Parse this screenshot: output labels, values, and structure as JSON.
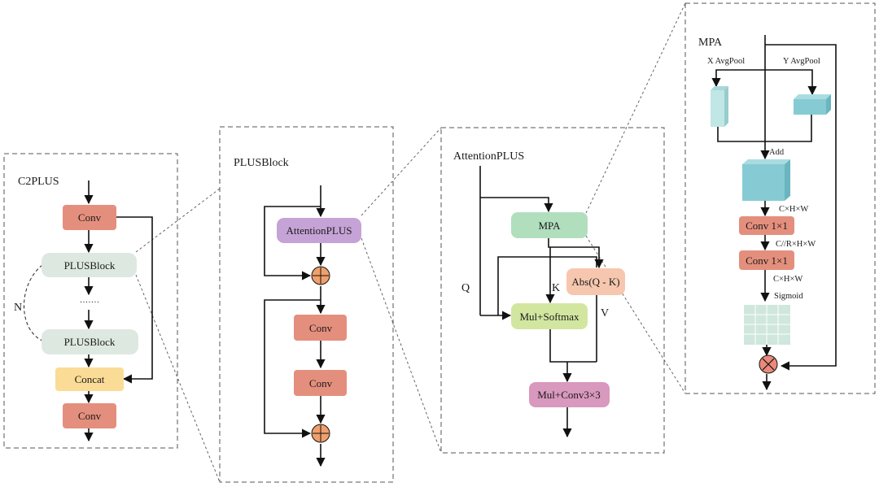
{
  "colors": {
    "conv": "#e48f7d",
    "plus_block": "#dde8e1",
    "concat": "#fadc96",
    "attention": "#c6a3d6",
    "mpa": "#b1dfbe",
    "abs": "#f6c7ae",
    "mulsoft": "#d2e6a0",
    "mulconv": "#d998bd",
    "add_node": "#f0a06c",
    "mul_node": "#ea8a7a",
    "cube": "#86cbd3",
    "cube_light": "#c1e6e6",
    "sigmoid_cube": "#cfe7dd"
  },
  "c2plus": {
    "title": "C2PLUS",
    "conv_top": "Conv",
    "block_top": "PLUSBlock",
    "dots": "·······",
    "block_bottom": "PLUSBlock",
    "repeat_label": "N",
    "concat": "Concat",
    "conv_bottom": "Conv"
  },
  "plusblock": {
    "title": "PLUSBlock",
    "attention": "AttentionPLUS",
    "add_node_1": "add-node",
    "conv_1": "Conv",
    "conv_2": "Conv",
    "add_node_2": "add-node"
  },
  "attentionplus": {
    "title": "AttentionPLUS",
    "mpa": "MPA",
    "abs": "Abs(Q - K)",
    "mulsoft": "Mul+Softmax",
    "mulconv": "Mul+Conv3×3",
    "q": "Q",
    "k": "K",
    "v": "V"
  },
  "mpa": {
    "title": "MPA",
    "x_pool": "X AvgPool",
    "y_pool": "Y AvgPool",
    "add": "Add",
    "dim_1": "C×H×W",
    "conv_1": "Conv 1×1",
    "dim_2": "C//R×H×W",
    "conv_2": "Conv 1×1",
    "dim_3": "C×H×W",
    "sigmoid": "Sigmoid"
  }
}
